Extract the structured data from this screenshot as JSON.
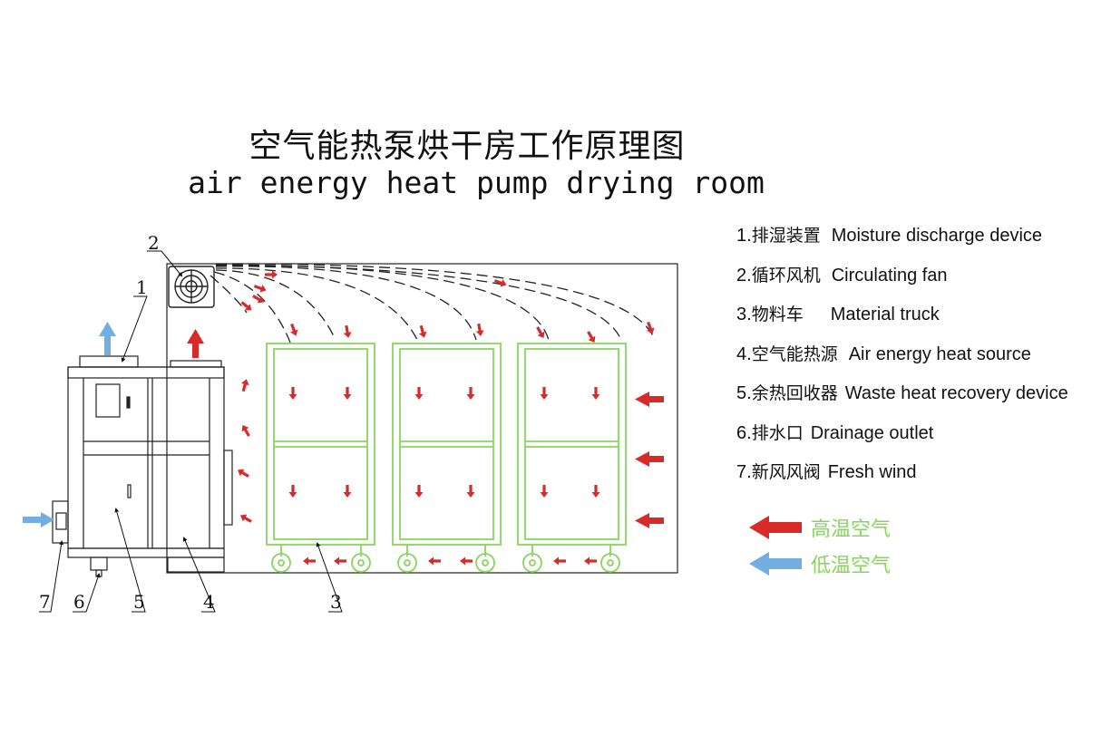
{
  "title_cn": "空气能热泵烘干房工作原理图",
  "title_en": "air energy heat pump drying room",
  "legend": [
    {
      "num": "1.",
      "cn": "排湿装置",
      "en": "Moisture discharge device"
    },
    {
      "num": "2.",
      "cn": "循环风机",
      "en": "Circulating fan"
    },
    {
      "num": "3.",
      "cn": "物料车",
      "en": "Material truck"
    },
    {
      "num": "4.",
      "cn": "空气能热源",
      "en": "Air energy heat source"
    },
    {
      "num": "5.",
      "cn": "余热回收器",
      "en": "Waste heat recovery device"
    },
    {
      "num": "6.",
      "cn": "排水口",
      "en": "Drainage outlet"
    },
    {
      "num": "7.",
      "cn": "新风风阀",
      "en": "Fresh wind"
    }
  ],
  "air_legend": {
    "high_temp": "高温空气",
    "low_temp": "低温空气"
  },
  "callouts": [
    "1",
    "2",
    "3",
    "4",
    "5",
    "6",
    "7"
  ],
  "colors": {
    "hot": "#d92a2a",
    "cold": "#72aee0",
    "truck": "#86d65c",
    "line": "#222222"
  }
}
